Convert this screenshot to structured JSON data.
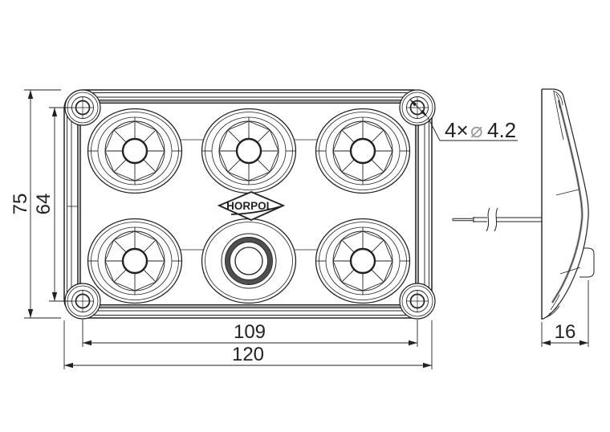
{
  "logo": {
    "text": "HORPOL"
  },
  "hole_annotation": {
    "prefix": "4×",
    "diameter_symbol": "⌀",
    "value": "4.2"
  },
  "dimensions": {
    "total_height": "75",
    "hole_spacing_vertical": "64",
    "hole_spacing_horizontal": "109",
    "total_width": "120",
    "depth": "16"
  },
  "colors": {
    "line": "#222222",
    "gray_accent": "#9a9a9a",
    "background": "#ffffff"
  }
}
